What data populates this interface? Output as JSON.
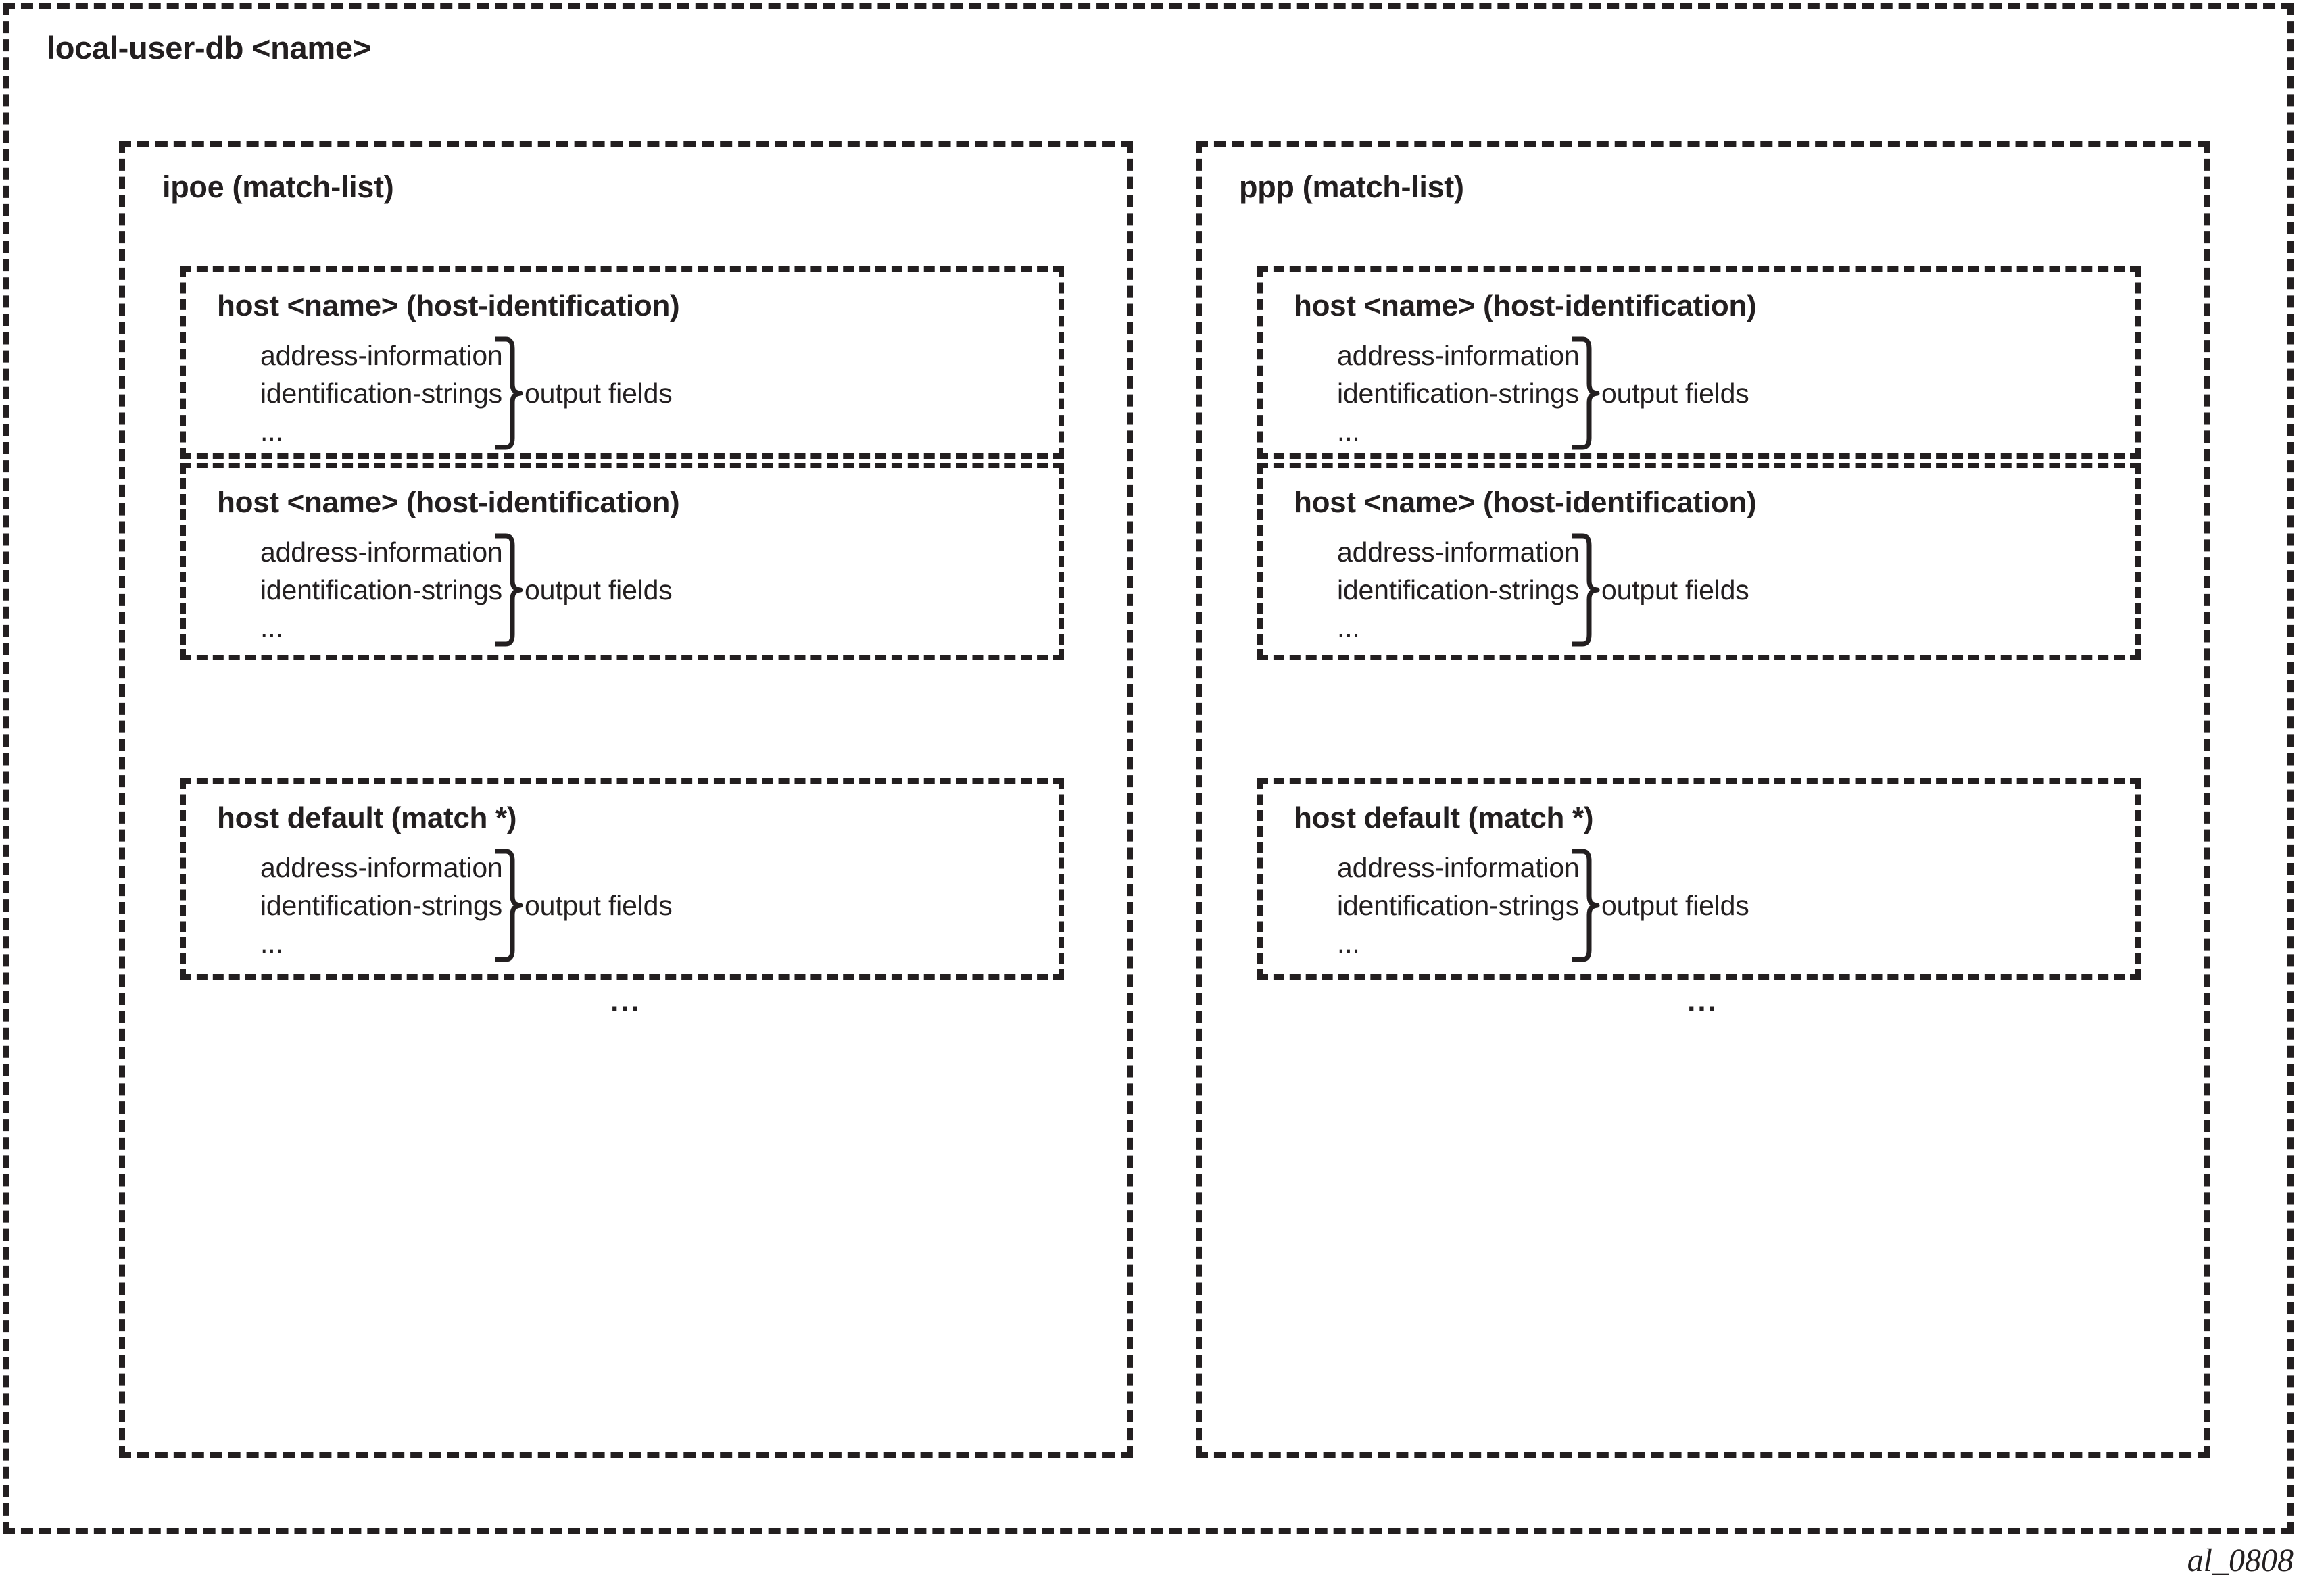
{
  "figure": {
    "id_label": "al_0808",
    "ink_color": "#231f20",
    "background_color": "#ffffff"
  },
  "outer": {
    "title": "local-user-db <name>"
  },
  "columns": [
    {
      "key": "ipoe",
      "title": "ipoe (match-list)",
      "ellipsis": "...",
      "hosts": [
        {
          "title": "host <name> (host-identification)",
          "fields": [
            "address-information",
            "identification-strings",
            "..."
          ],
          "brace_label": "output fields"
        },
        {
          "title": "host <name> (host-identification)",
          "fields": [
            "address-information",
            "identification-strings",
            "..."
          ],
          "brace_label": "output fields"
        },
        {
          "title": "host default (match *)",
          "fields": [
            "address-information",
            "identification-strings",
            "..."
          ],
          "brace_label": "output fields"
        }
      ]
    },
    {
      "key": "ppp",
      "title": "ppp (match-list)",
      "ellipsis": "...",
      "hosts": [
        {
          "title": "host <name> (host-identification)",
          "fields": [
            "address-information",
            "identification-strings",
            "..."
          ],
          "brace_label": "output fields"
        },
        {
          "title": "host <name> (host-identification)",
          "fields": [
            "address-information",
            "identification-strings",
            "..."
          ],
          "brace_label": "output fields"
        },
        {
          "title": "host default (match *)",
          "fields": [
            "address-information",
            "identification-strings",
            "..."
          ],
          "brace_label": "output fields"
        }
      ]
    }
  ]
}
